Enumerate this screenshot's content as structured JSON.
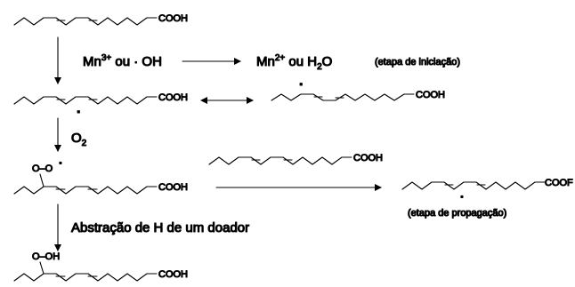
{
  "reagents": {
    "initiator": "Mn",
    "initiator_sup": "3+",
    "initiator_rest": " ou · OH",
    "product": "Mn",
    "product_sup": "2+",
    "product_mid": " ou H",
    "product_sub": "2",
    "product_end": "O",
    "initiation_step": "(etapa de iniciação)",
    "oxygen": "O",
    "oxygen_sub": "2",
    "abstraction": "Abstração de H de um doador",
    "propagation_step": "(etapa de propagação)"
  },
  "groups": {
    "acid": "COOH",
    "acid_truncated": "COOF",
    "peroxyl": "O–O",
    "hydroperoxide": "O–OH",
    "radical_dot": "·"
  },
  "colors": {
    "ink": "#000000",
    "background": "#ffffff"
  }
}
